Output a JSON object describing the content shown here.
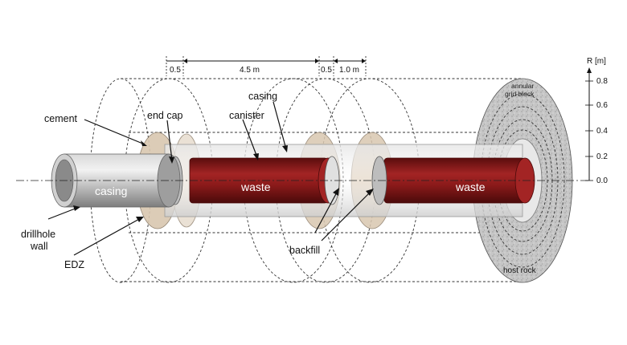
{
  "labels": {
    "cement": "cement",
    "end_cap": "end cap",
    "canister": "canister",
    "casing_top": "casing",
    "casing_pipe": "casing",
    "waste_left": "waste",
    "waste_right": "waste",
    "drillhole_wall_line1": "drillhole",
    "drillhole_wall_line2": "wall",
    "edz": "EDZ",
    "backfill": "backfill",
    "annular_grid_block_line1": "annular",
    "annular_grid_block_line2": "grid block",
    "host_rock": "host rock"
  },
  "dimensions": [
    "0.5",
    "4.5 m",
    "0.5",
    "1.0 m"
  ],
  "radius_axis": {
    "title": "R [m]",
    "ticks": [
      "0.8",
      "0.6",
      "0.4",
      "0.2",
      "0.0"
    ]
  },
  "colors": {
    "waste": "#8b1a1a",
    "casing": "#b8b8b8",
    "host_rock": "#c9c9c9",
    "cement": "#d9c7b0"
  }
}
